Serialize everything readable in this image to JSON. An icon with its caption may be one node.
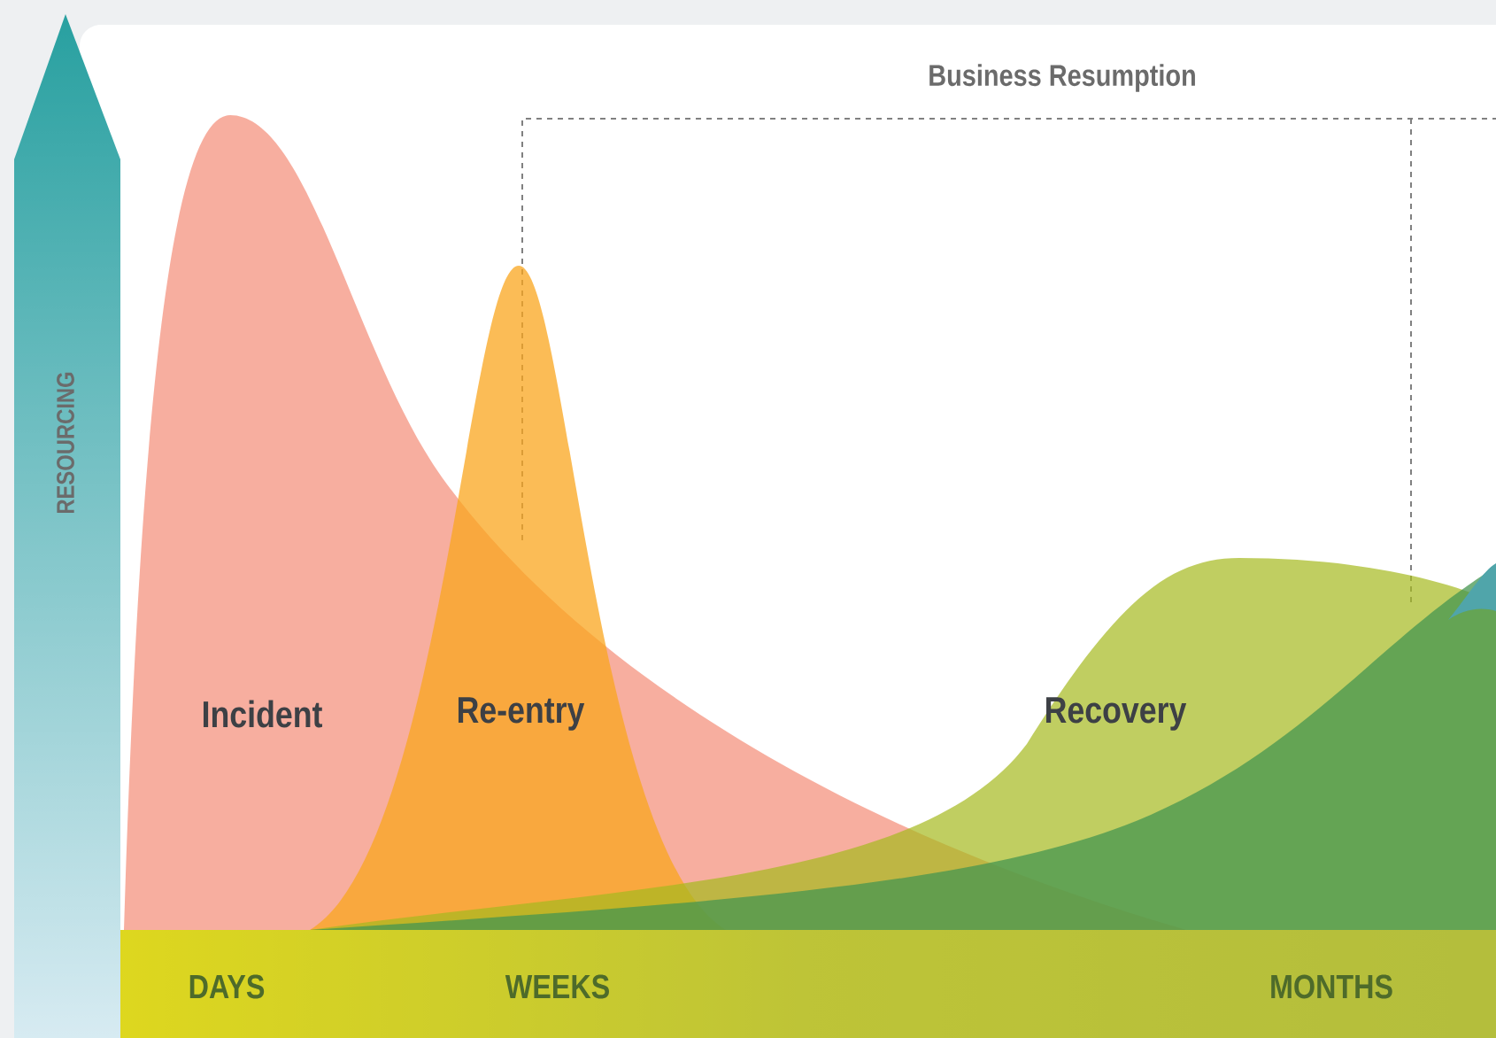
{
  "diagram": {
    "labels": [
      "Business Resumption",
      "RESOURCING",
      "Incident",
      "Re-entry",
      "Recovery",
      "DAYS",
      "WEEKS",
      "MONTHS"
    ]
  }
}
